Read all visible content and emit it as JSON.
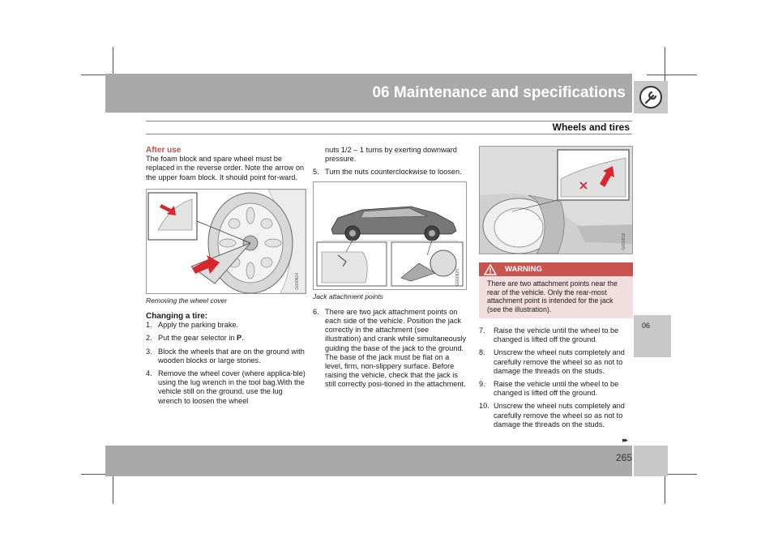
{
  "header": {
    "chapter": "06 Maintenance and specifications",
    "section": "Wheels and tires",
    "side_tab": "06",
    "page_number": "265",
    "continue_marker": "▸▸"
  },
  "col1": {
    "subhead": "After use",
    "intro": "The foam block and spare wheel must be replaced in the reverse order. Note the arrow on the upper foam block. It should point for-ward.",
    "fig1_caption": "Removing the wheel cover",
    "fig1_code": "G000914",
    "heading": "Changing a tire:",
    "steps": [
      {
        "n": "1.",
        "text": "Apply the parking brake."
      },
      {
        "n": "2.",
        "text": "Put the gear selector in ",
        "bold": "P",
        "after": "."
      },
      {
        "n": "3.",
        "text": "Block the wheels that are on the ground with wooden blocks or large stones."
      },
      {
        "n": "4.",
        "text": "Remove the wheel cover (where applica-ble) using the lug wrench in the tool bag.With the vehicle still on the ground, use the lug wrench to loosen the wheel"
      }
    ]
  },
  "col2": {
    "cont": "nuts 1/2 – 1 turns by exerting downward pressure.",
    "steps": [
      {
        "n": "5.",
        "text": "Turn the nuts counterclockwise to loosen."
      }
    ],
    "fig2_caption": "Jack attachment points",
    "fig2_code": "G000920",
    "steps2": [
      {
        "n": "6.",
        "text": "There are two jack attachment points on each side of the vehicle. Position the jack correctly in the attachment (see illustration) and crank while simultaneously guiding the base of the jack to the ground. The base of the jack must be flat on a level, firm, non-slippery surface. Before raising the vehicle, check that the jack is still correctly posi-tioned in the attachment."
      }
    ]
  },
  "col3": {
    "fig3_code": "G000918",
    "warning_title": "WARNING",
    "warning_text": "There are two attachment points near the rear of the vehicle. Only the rear-most attachment point is intended for the jack (see the illustration).",
    "steps": [
      {
        "n": "7.",
        "text": "Raise the vehicle until the wheel to be changed is lifted off the ground."
      },
      {
        "n": "8.",
        "text": "Unscrew the wheel nuts completely and carefully remove the wheel so as not to damage the threads on the studs."
      },
      {
        "n": "9.",
        "text": "Raise the vehicle until the wheel to be changed is lifted off the ground."
      },
      {
        "n": "10.",
        "text": "Unscrew the wheel nuts completely and carefully remove the wheel so as not to damage the threads on the studs."
      }
    ]
  },
  "colors": {
    "bar": "#a9a9a9",
    "box": "#c8c8c8",
    "warning_head": "#c9534f",
    "warning_bg": "#f2dede",
    "subhead": "#c0504d"
  }
}
